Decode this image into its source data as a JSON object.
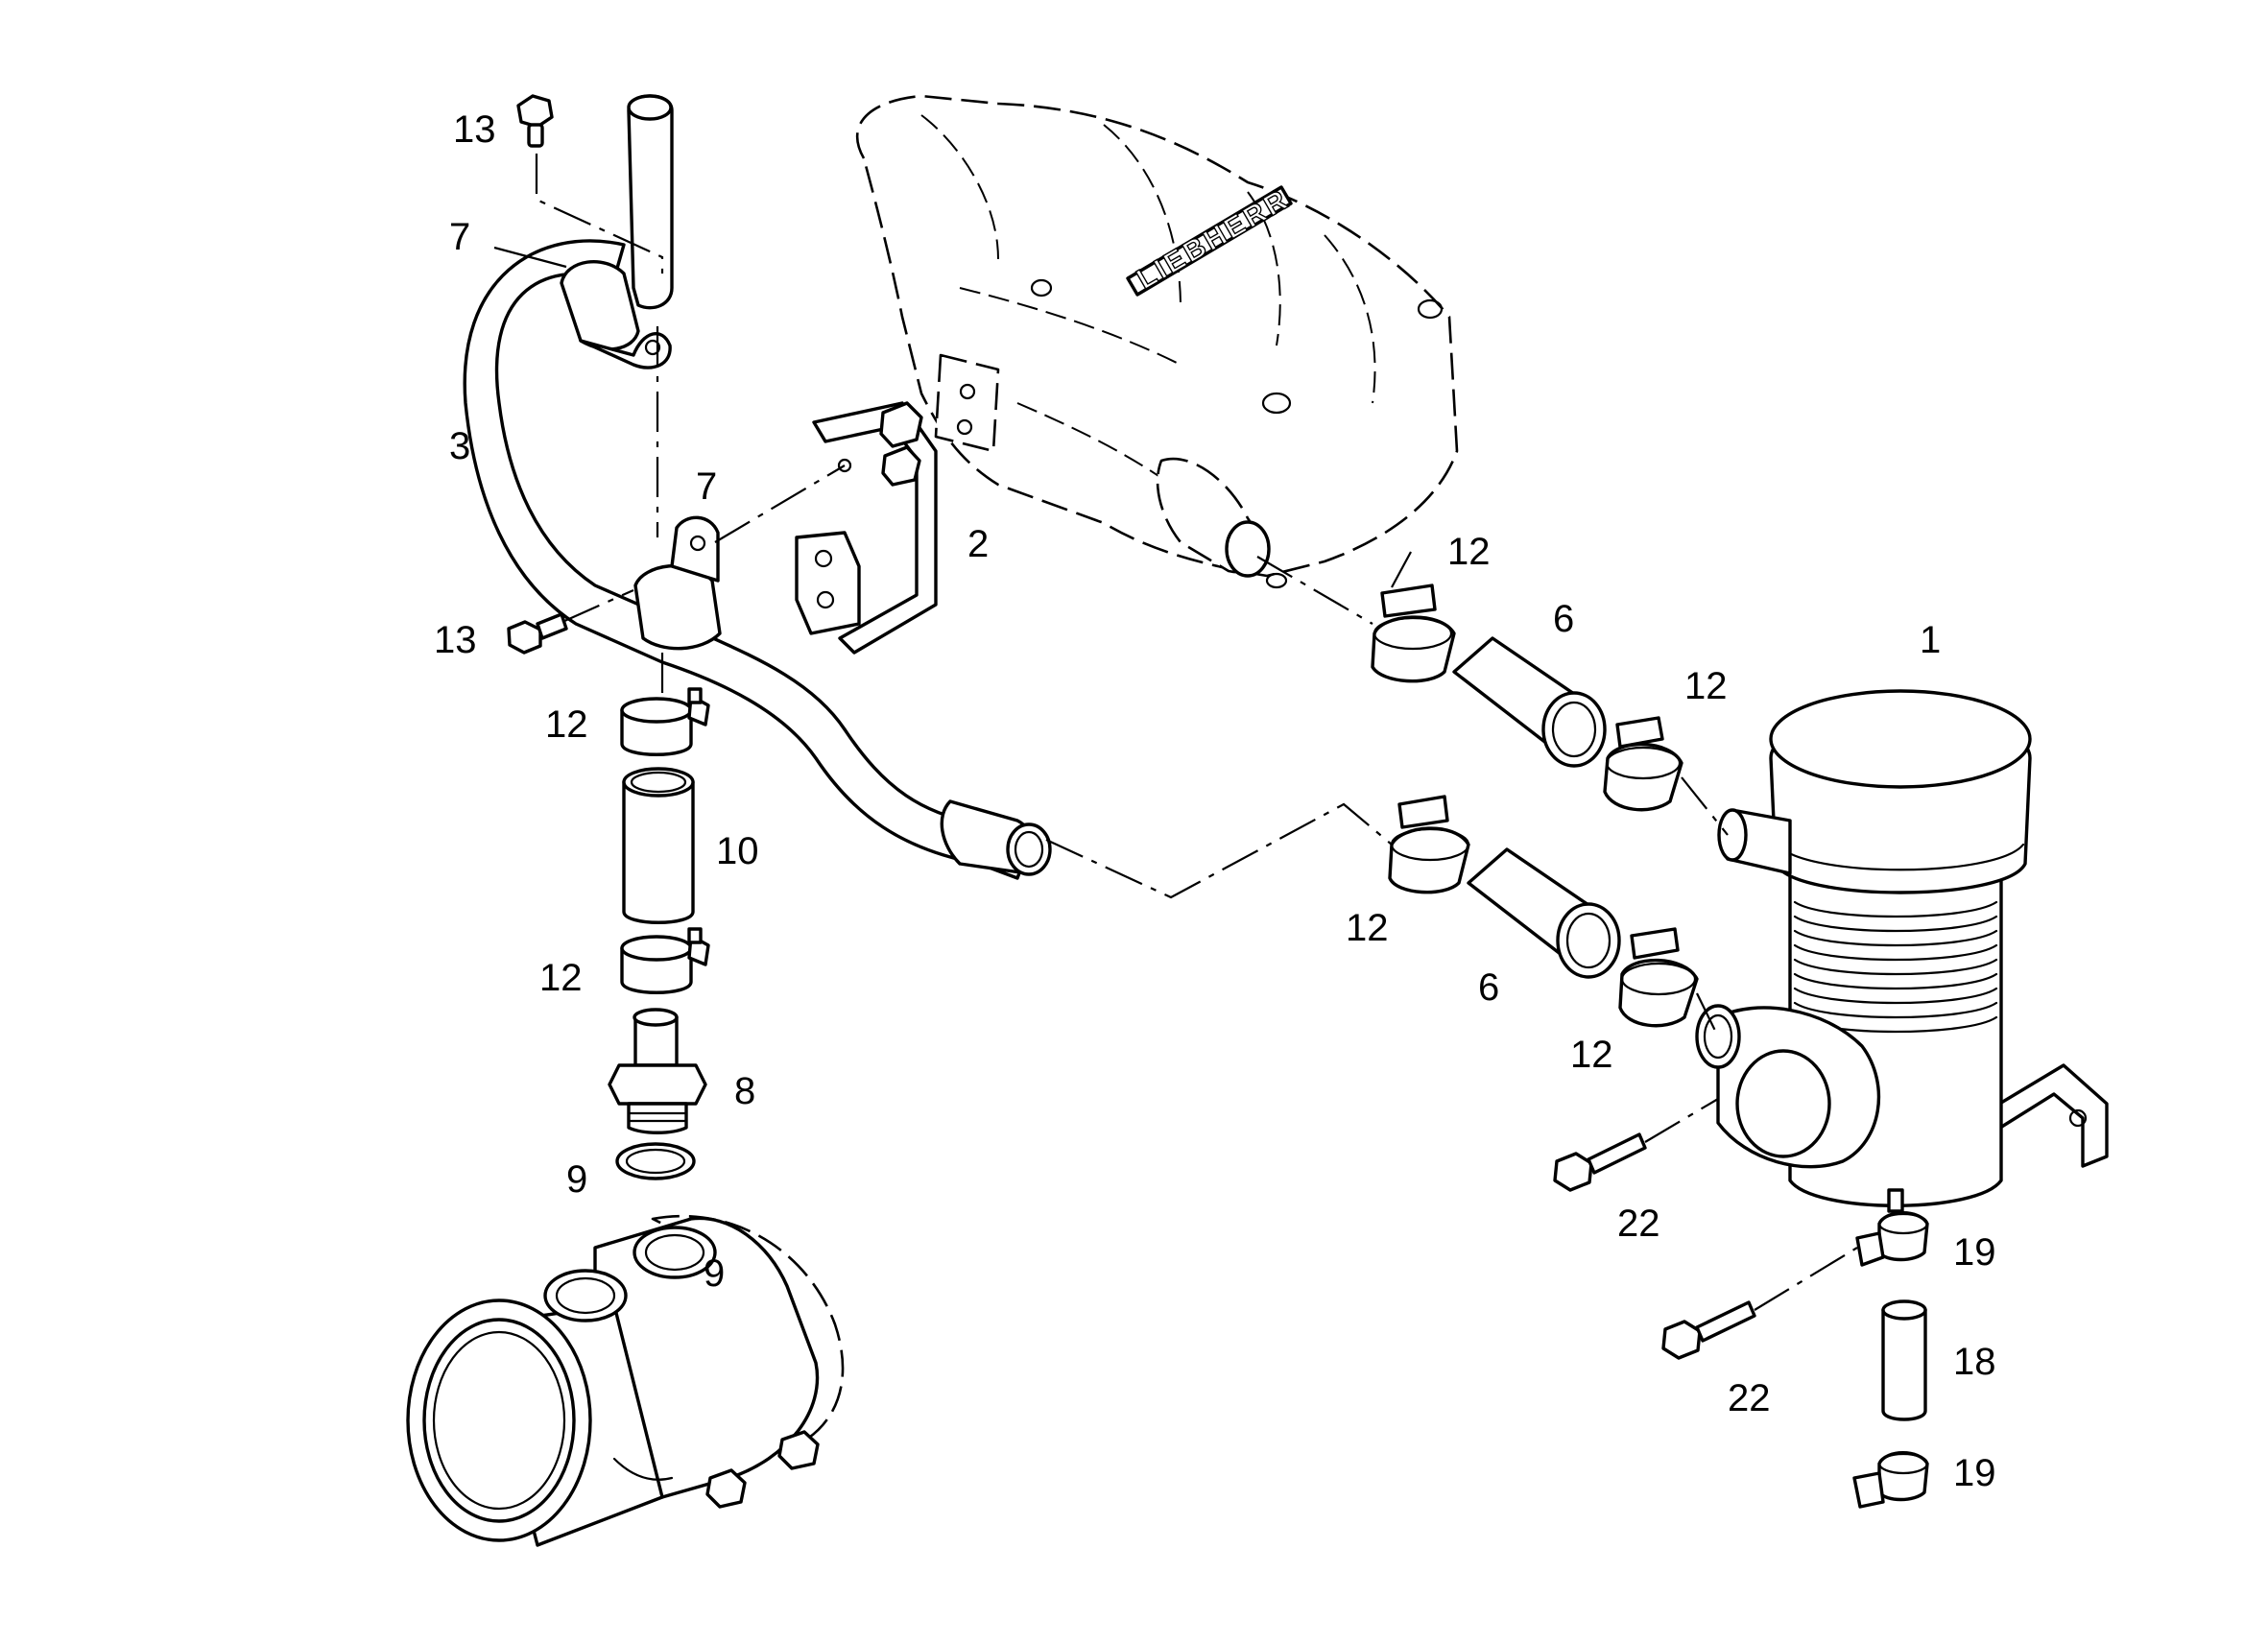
{
  "diagram": {
    "brand_text": "LIEBHERR",
    "callouts": [
      {
        "id": "c-13-top",
        "label": "13"
      },
      {
        "id": "c-7-top",
        "label": "7"
      },
      {
        "id": "c-3",
        "label": "3"
      },
      {
        "id": "c-7-mid",
        "label": "7"
      },
      {
        "id": "c-2",
        "label": "2"
      },
      {
        "id": "c-13-mid",
        "label": "13"
      },
      {
        "id": "c-12-a",
        "label": "12"
      },
      {
        "id": "c-10",
        "label": "10"
      },
      {
        "id": "c-12-b",
        "label": "12"
      },
      {
        "id": "c-8",
        "label": "8"
      },
      {
        "id": "c-9-a",
        "label": "9"
      },
      {
        "id": "c-9-b",
        "label": "9"
      },
      {
        "id": "c-12-c",
        "label": "12"
      },
      {
        "id": "c-6-top",
        "label": "6"
      },
      {
        "id": "c-1",
        "label": "1"
      },
      {
        "id": "c-12-d",
        "label": "12"
      },
      {
        "id": "c-12-e",
        "label": "12"
      },
      {
        "id": "c-6-bottom",
        "label": "6"
      },
      {
        "id": "c-12-f",
        "label": "12"
      },
      {
        "id": "c-22-a",
        "label": "22"
      },
      {
        "id": "c-19-a",
        "label": "19"
      },
      {
        "id": "c-18",
        "label": "18"
      },
      {
        "id": "c-22-b",
        "label": "22"
      },
      {
        "id": "c-19-b",
        "label": "19"
      }
    ]
  }
}
